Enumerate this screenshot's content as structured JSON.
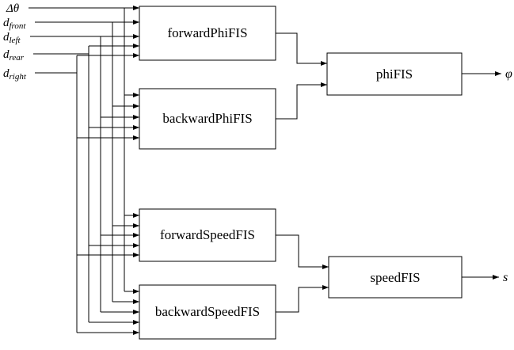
{
  "diagram": {
    "inputs": [
      {
        "main": "Δθ",
        "sub": ""
      },
      {
        "main": "d",
        "sub": "front"
      },
      {
        "main": "d",
        "sub": "left"
      },
      {
        "main": "d",
        "sub": "rear"
      },
      {
        "main": "d",
        "sub": "right"
      }
    ],
    "blocks": [
      {
        "label": "forwardPhiFIS"
      },
      {
        "label": "backwardPhiFIS"
      },
      {
        "label": "phiFIS"
      },
      {
        "label": "forwardSpeedFIS"
      },
      {
        "label": "backwardSpeedFIS"
      },
      {
        "label": "speedFIS"
      }
    ],
    "outputs": [
      {
        "label": "φ"
      },
      {
        "label": "s"
      }
    ],
    "colors": {
      "line": "#000000",
      "background": "#ffffff",
      "box_fill": "#ffffff"
    }
  }
}
